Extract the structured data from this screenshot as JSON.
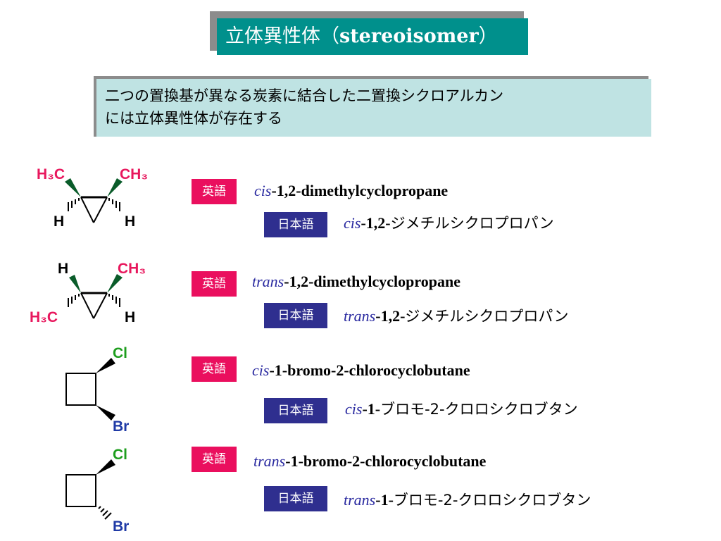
{
  "title": {
    "ja": "立体異性体（",
    "en": "stereoisomer",
    "close": "）"
  },
  "intro": {
    "line1": "二つの置換基が異なる炭素に結合した二置換シクロアルカン",
    "line2": "には立体異性体が存在する"
  },
  "badge_en": "英語",
  "badge_ja": "日本語",
  "rows": [
    {
      "en_prefix": "cis",
      "en_rest": "-1,2-dimethylcyclopropane",
      "ja_prefix": "cis",
      "ja_num": "-1,2-",
      "ja_rest": "ジメチルシクロプロパン"
    },
    {
      "en_prefix": "trans",
      "en_rest": "-1,2-dimethylcyclopropane",
      "ja_prefix": "trans",
      "ja_num": "-1,2-",
      "ja_rest": "ジメチルシクロプロパン"
    },
    {
      "en_prefix": "cis",
      "en_rest": "-1-bromo-2-chlorocyclobutane",
      "ja_prefix": "cis",
      "ja_num": "-1-",
      "ja_rest": "ブロモ-2-クロロシクロブタン"
    },
    {
      "en_prefix": "trans",
      "en_rest": "-1-bromo-2-chlorocyclobutane",
      "ja_prefix": "trans",
      "ja_num": "-1-",
      "ja_rest": "ブロモ-2-クロロシクロブタン"
    }
  ],
  "atoms": {
    "h3c": "H₃C",
    "ch3": "CH₃",
    "h": "H",
    "cl": "Cl",
    "br": "Br"
  },
  "colors": {
    "methyl": "#e8175d",
    "chlorine": "#1e9e1e",
    "bromine": "#1f3aa6",
    "wedge": "#0a5c2a"
  }
}
